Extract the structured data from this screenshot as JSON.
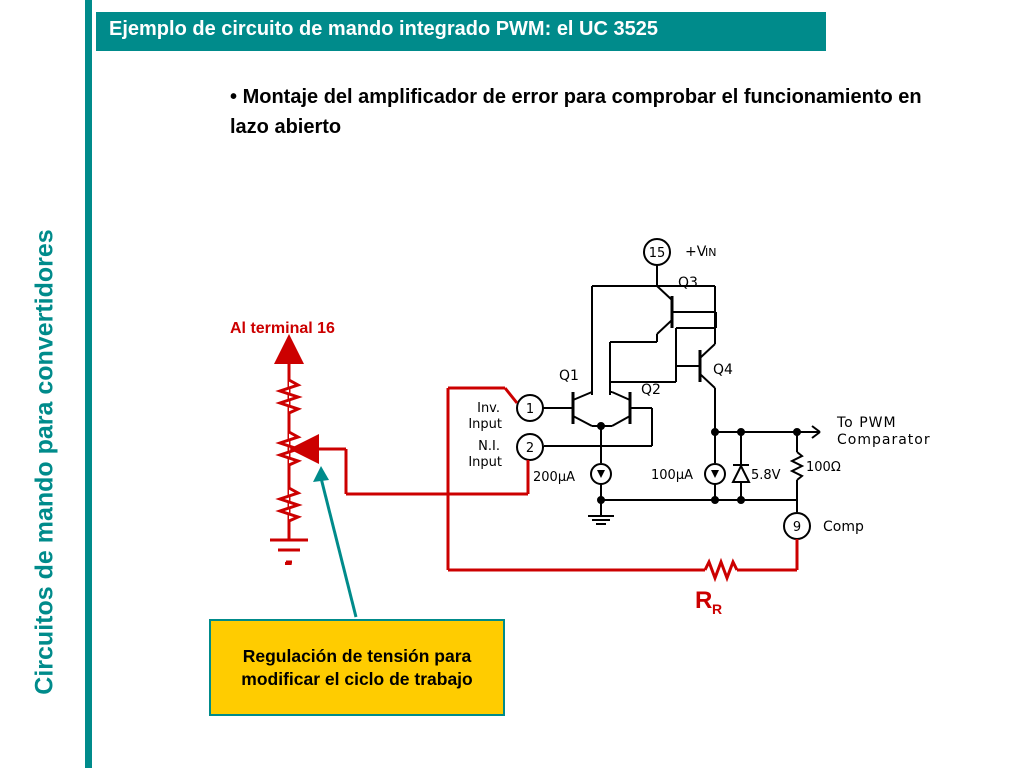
{
  "slide": {
    "side_title": "Circuitos de mando para convertidores",
    "header": "Ejemplo de circuito de mando integrado PWM: el UC 3525",
    "bullet_marker": "•",
    "bullet_text": "Montaje del amplificador de error para comprobar el funcionamiento en lazo abierto",
    "callout_text": "Regulación de tensión para modificar el ciclo de trabajo"
  },
  "circuit": {
    "terminal_label": "Al terminal 16",
    "rr_label": "R",
    "rr_sub": "R",
    "pin_15": "15",
    "vin_plus": "+V",
    "vin_sub": "IN",
    "q3": "Q3",
    "q1": "Q1",
    "q2": "Q2",
    "q4": "Q4",
    "inv_input_l1": "Inv.",
    "inv_input_l2": "Input",
    "pin_1": "1",
    "ni_input_l1": "N.I.",
    "ni_input_l2": "Input",
    "pin_2": "2",
    "current_200": "200μA",
    "current_100": "100μA",
    "zener": "5.8V",
    "res_100": "100Ω",
    "to_pwm_l1": "To PWM",
    "to_pwm_l2": "Comparator",
    "pin_9": "9",
    "comp": "Comp",
    "minus_sign": "-"
  },
  "colors": {
    "teal": "#008b8b",
    "red_wire": "#cc0000",
    "yellow": "#ffcc00"
  }
}
